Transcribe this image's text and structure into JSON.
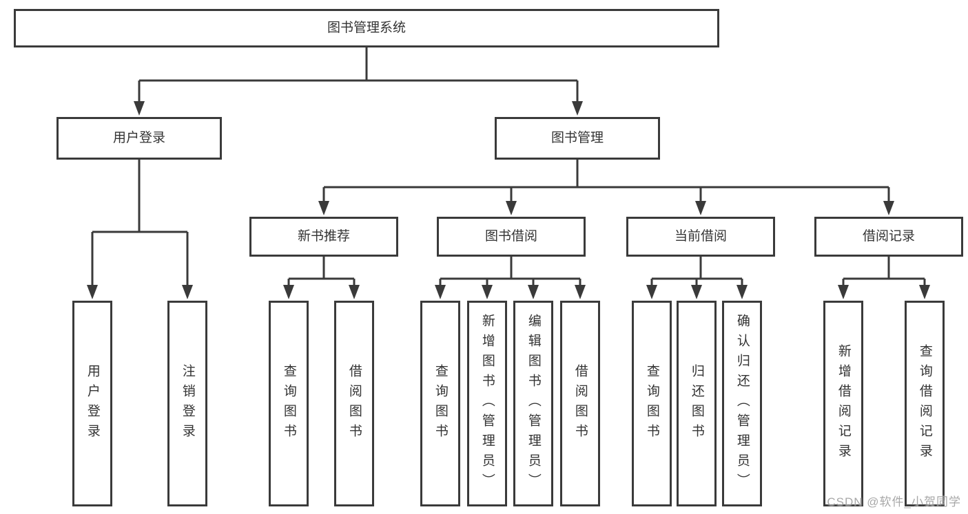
{
  "colors": {
    "line": "#3a3a3a",
    "text": "#333333",
    "background": "#ffffff",
    "watermark": "#9e9e9e"
  },
  "watermark": {
    "text": "CSDN @软件_小贺同学"
  },
  "tree": {
    "label": "图书管理系统",
    "children": [
      {
        "label": "用户登录",
        "children": [
          {
            "label": "用户登录"
          },
          {
            "label": "注销登录"
          }
        ]
      },
      {
        "label": "图书管理",
        "children": [
          {
            "label": "新书推荐",
            "children": [
              {
                "label": "查询图书"
              },
              {
                "label": "借阅图书"
              }
            ]
          },
          {
            "label": "图书借阅",
            "children": [
              {
                "label": "查询图书"
              },
              {
                "label": "新增图书（管理员）"
              },
              {
                "label": "编辑图书（管理员）"
              },
              {
                "label": "借阅图书"
              }
            ]
          },
          {
            "label": "当前借阅",
            "children": [
              {
                "label": "查询图书"
              },
              {
                "label": "归还图书"
              },
              {
                "label": "确认归还（管理员）"
              }
            ]
          },
          {
            "label": "借阅记录",
            "children": [
              {
                "label": "新增借阅记录"
              },
              {
                "label": "查询借阅记录"
              }
            ]
          }
        ]
      }
    ]
  }
}
